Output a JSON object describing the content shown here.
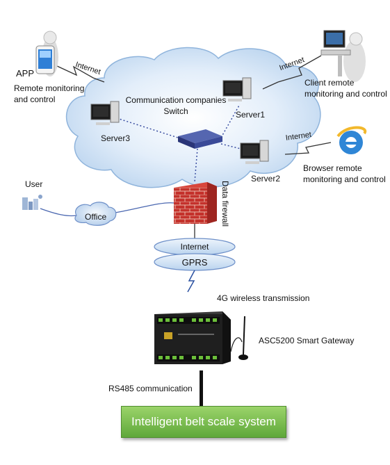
{
  "labels": {
    "app": "APP",
    "remote_monitoring_line1": "Remote monitoring",
    "remote_monitoring_line2": "and control",
    "internet_app": "Internet",
    "internet_client": "Internet",
    "internet_browser": "Internet",
    "client_line1": "Client remote",
    "client_line2": "monitoring and control",
    "comm_line1": "Communication companies",
    "comm_line2": "Switch",
    "server1": "Server1",
    "server2": "Server2",
    "server3": "Server3",
    "browser_line1": "Browser remote",
    "browser_line2": "monitoring and control",
    "user": "User",
    "office": "Office",
    "data_firewall": "Data firewall",
    "internet_band": "Internet",
    "gprs_band": "GPRS",
    "wireless": "4G wireless transmission",
    "gateway": "ASC5200 Smart Gateway",
    "rs485": "RS485 communication",
    "system": "Intelligent belt scale system"
  },
  "colors": {
    "cloud": "#cfe3f7",
    "band": "#c8dcf2",
    "firewall": "#c0302a",
    "system_box": "#6fb845"
  }
}
